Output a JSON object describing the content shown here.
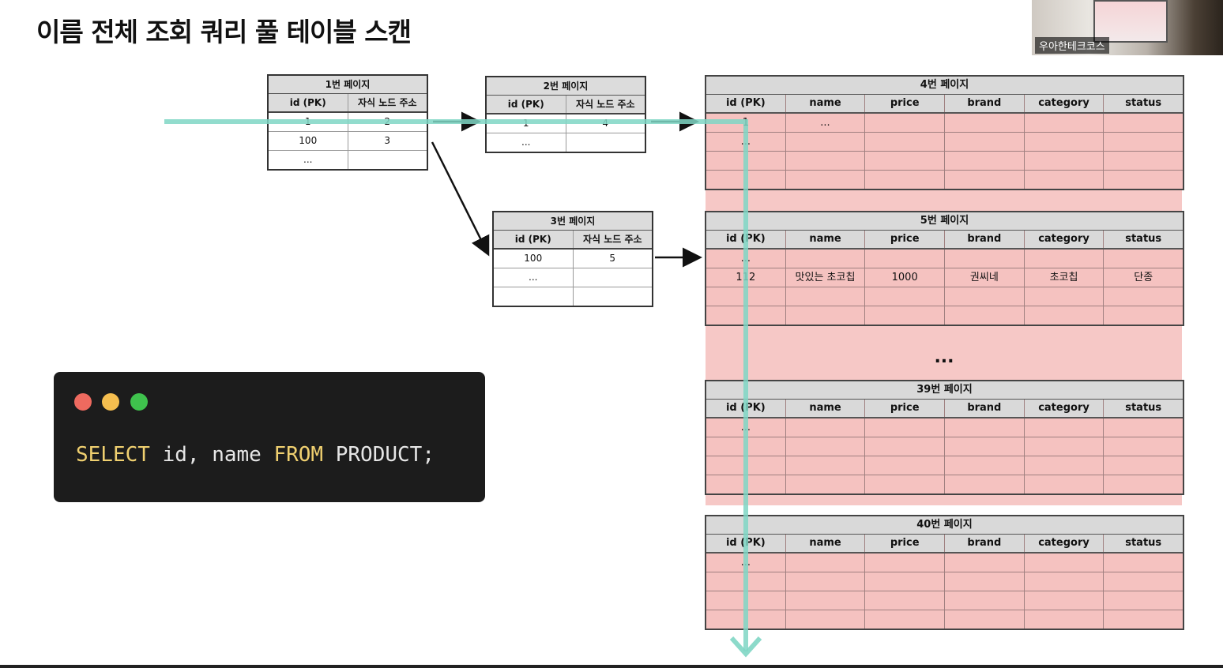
{
  "title": "이름 전체 조회 쿼리 풀 테이블 스캔",
  "camera": {
    "label": "우아한테크코스"
  },
  "index_pages": [
    {
      "caption": "1번 페이지",
      "headers": [
        "id (PK)",
        "자식 노드 주소"
      ],
      "rows": [
        [
          "1",
          "2"
        ],
        [
          "100",
          "3"
        ],
        [
          "...",
          ""
        ]
      ]
    },
    {
      "caption": "2번 페이지",
      "headers": [
        "id (PK)",
        "자식 노드 주소"
      ],
      "rows": [
        [
          "1",
          "4"
        ],
        [
          "...",
          ""
        ]
      ]
    },
    {
      "caption": "3번 페이지",
      "headers": [
        "id (PK)",
        "자식 노드 주소"
      ],
      "rows": [
        [
          "100",
          "5"
        ],
        [
          "...",
          ""
        ],
        [
          "",
          ""
        ]
      ]
    }
  ],
  "leaf_headers": [
    "id (PK)",
    "name",
    "price",
    "brand",
    "category",
    "status"
  ],
  "leaf_pages": [
    {
      "caption": "4번 페이지",
      "rows": [
        [
          "1",
          "...",
          "",
          "",
          "",
          ""
        ],
        [
          "...",
          "",
          "",
          "",
          "",
          ""
        ],
        [
          "",
          "",
          "",
          "",
          "",
          ""
        ],
        [
          "",
          "",
          "",
          "",
          "",
          ""
        ]
      ]
    },
    {
      "caption": "5번 페이지",
      "rows": [
        [
          "...",
          "",
          "",
          "",
          "",
          ""
        ],
        [
          "112",
          "맛있는 초코칩",
          "1000",
          "권씨네",
          "초코칩",
          "단종"
        ],
        [
          "",
          "",
          "",
          "",
          "",
          ""
        ],
        [
          "",
          "",
          "",
          "",
          "",
          ""
        ]
      ]
    },
    {
      "caption": "39번 페이지",
      "rows": [
        [
          "...",
          "",
          "",
          "",
          "",
          ""
        ],
        [
          "",
          "",
          "",
          "",
          "",
          ""
        ],
        [
          "",
          "",
          "",
          "",
          "",
          ""
        ],
        [
          "",
          "",
          "",
          "",
          "",
          ""
        ]
      ]
    },
    {
      "caption": "40번 페이지",
      "rows": [
        [
          "...",
          "",
          "",
          "",
          "",
          ""
        ],
        [
          "",
          "",
          "",
          "",
          "",
          ""
        ],
        [
          "",
          "",
          "",
          "",
          "",
          ""
        ],
        [
          "",
          "",
          "",
          "",
          "",
          ""
        ]
      ]
    }
  ],
  "middle_ellipsis": "...",
  "code": {
    "tokens": [
      {
        "text": "SELECT",
        "kind": "keyword"
      },
      {
        "text": " id, name ",
        "kind": "plain"
      },
      {
        "text": "FROM",
        "kind": "keyword"
      },
      {
        "text": " PRODUCT;",
        "kind": "plain"
      }
    ]
  },
  "colors": {
    "scan_line": "#7fd6c4",
    "page_fill": "#f5c2c0",
    "header_fill": "#d9d9d9",
    "keyword": "#f0d070",
    "code_bg": "#1c1c1c"
  }
}
